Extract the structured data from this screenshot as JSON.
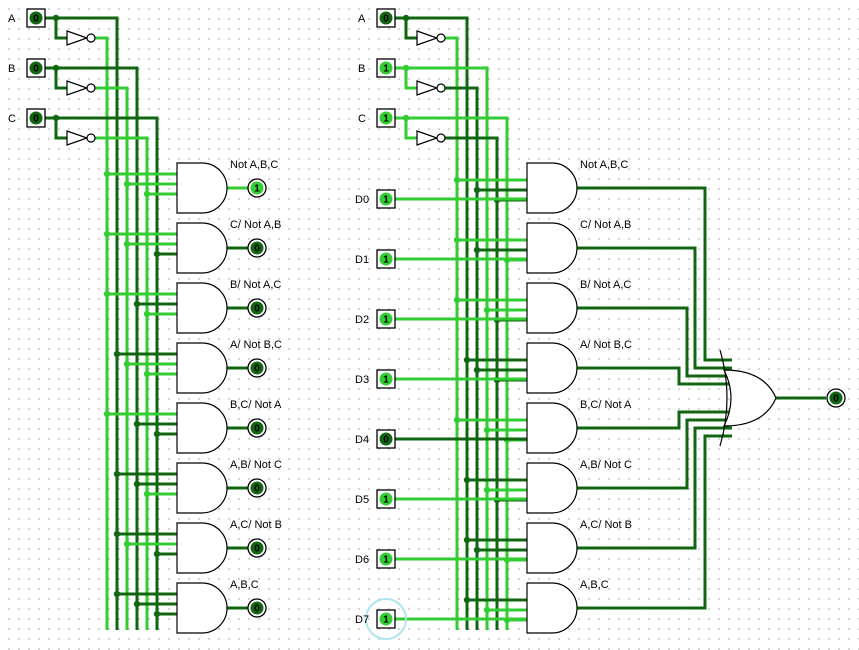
{
  "left_circuit": {
    "inputs": [
      {
        "name": "A",
        "value": "0"
      },
      {
        "name": "B",
        "value": "0"
      },
      {
        "name": "C",
        "value": "0"
      }
    ],
    "gates": [
      {
        "label": "Not A,B,C",
        "output": "1"
      },
      {
        "label": "C/ Not A,B",
        "output": "0"
      },
      {
        "label": "B/ Not A,C",
        "output": "0"
      },
      {
        "label": "A/ Not B,C",
        "output": "0"
      },
      {
        "label": "B,C/ Not A",
        "output": "0"
      },
      {
        "label": "A,B/ Not C",
        "output": "0"
      },
      {
        "label": "A,C/ Not B",
        "output": "0"
      },
      {
        "label": "A,B,C",
        "output": "0"
      }
    ]
  },
  "right_circuit": {
    "inputs": [
      {
        "name": "A",
        "value": "0"
      },
      {
        "name": "B",
        "value": "1"
      },
      {
        "name": "C",
        "value": "1"
      }
    ],
    "data_inputs": [
      {
        "name": "D0",
        "value": "1"
      },
      {
        "name": "D1",
        "value": "1"
      },
      {
        "name": "D2",
        "value": "1"
      },
      {
        "name": "D3",
        "value": "1"
      },
      {
        "name": "D4",
        "value": "0"
      },
      {
        "name": "D5",
        "value": "1"
      },
      {
        "name": "D6",
        "value": "1"
      },
      {
        "name": "D7",
        "value": "1"
      }
    ],
    "gates": [
      {
        "label": "Not A,B,C"
      },
      {
        "label": "C/ Not A,B"
      },
      {
        "label": "B/ Not A,C"
      },
      {
        "label": "A/ Not B,C"
      },
      {
        "label": "B,C/ Not A"
      },
      {
        "label": "A,B/ Not C"
      },
      {
        "label": "A,C/ Not B"
      },
      {
        "label": "A,B,C"
      }
    ],
    "or_output": "0"
  },
  "colors": {
    "wire_on": "#33cc33",
    "wire_off": "#116611",
    "pin_on": "#33cc33",
    "pin_off": "#116611",
    "selection_ring": "#aee6f0"
  }
}
